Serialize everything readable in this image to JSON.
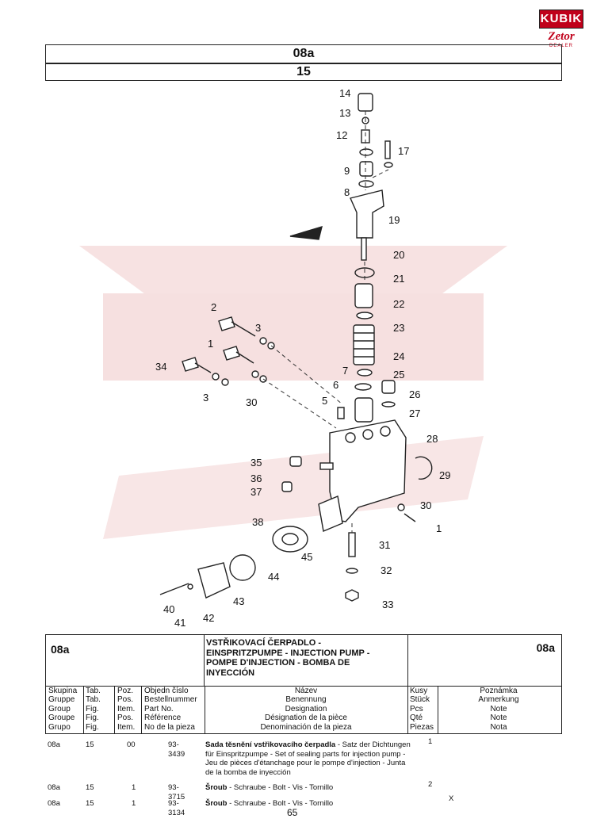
{
  "brand": {
    "logo_top": "KUBIK",
    "logo_middle": "Zetor",
    "logo_bottom": "DEALER"
  },
  "header": {
    "group_code": "08a",
    "table_no": "15"
  },
  "diagram": {
    "callouts": [
      "14",
      "13",
      "12",
      "17",
      "9",
      "8",
      "19",
      "20",
      "21",
      "22",
      "2",
      "3",
      "23",
      "1",
      "24",
      "34",
      "7",
      "25",
      "6",
      "26",
      "3",
      "30",
      "5",
      "27",
      "28",
      "35",
      "29",
      "36",
      "37",
      "30",
      "38",
      "1",
      "45",
      "31",
      "44",
      "32",
      "43",
      "40",
      "41",
      "42",
      "33"
    ]
  },
  "info": {
    "group": "08a",
    "group_right": "08a",
    "title_lines": [
      "VSTŘIKOVACÍ ČERPADLO -",
      "EINSPRITZPUMPE - INJECTION PUMP -",
      "POMPE D'INJECTION - BOMBA DE",
      "INYECCIÓN"
    ],
    "col_skupina": [
      "Skupina",
      "Gruppe",
      "Group",
      "Groupe",
      "Grupo"
    ],
    "col_tab": [
      "Tab.",
      "Tab.",
      "Fig.",
      "Fig.",
      "Fig."
    ],
    "col_poz": [
      "Poz.",
      "Pos.",
      "Item.",
      "Pos.",
      "Item."
    ],
    "col_cislo": [
      "Objedn číslo",
      "Bestellnummer",
      "Part No.",
      "Référence",
      "No de la pieza"
    ],
    "col_nazev": [
      "Název",
      "Benennung",
      "Designation",
      "Désignation de la pièce",
      "Denominación de la pieza"
    ],
    "col_kusy": [
      "Kusy",
      "Stück",
      "Pcs",
      "Qté",
      "Piezas"
    ],
    "col_poznamka": [
      "Poznámka",
      "Anmerkung",
      "Note",
      "Note",
      "Nota"
    ]
  },
  "rows": [
    {
      "group": "08a",
      "tab": "15",
      "pos": "00",
      "part": "93-3439",
      "name_bold": "Sada těsnění vstřikovacího čerpadla",
      "name_rest": " - Satz der Dichtungen für Einspritzpumpe - Set of sealing parts for injection pump - Jeu de pièces d'étanchage pour le pompe d'injection - Junta de la bomba de inyección",
      "qty": "1",
      "note": ""
    },
    {
      "group": "08a",
      "tab": "15",
      "pos": "1",
      "part": "93-3715",
      "name_bold": "Šroub",
      "name_rest": " - Schraube - Bolt - Vis - Tornillo",
      "qty": "2",
      "note": ""
    },
    {
      "group": "08a",
      "tab": "15",
      "pos": "1",
      "part": "93-3134",
      "name_bold": "Šroub",
      "name_rest": " - Schraube - Bolt - Vis - Tornillo",
      "qty": "",
      "note": "X"
    }
  ],
  "page_number": "65",
  "colors": {
    "brand_red": "#c0001a",
    "watermark": "#f4d6d6",
    "ink": "#111111"
  }
}
